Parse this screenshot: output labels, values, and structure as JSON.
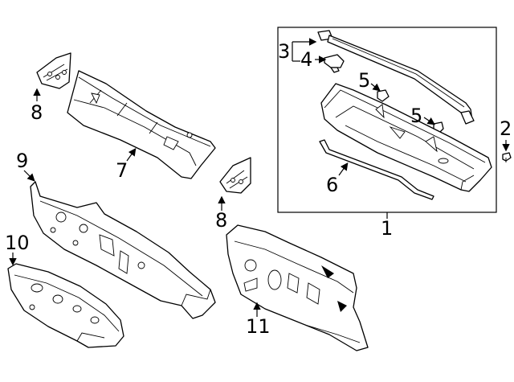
{
  "callouts": {
    "c1": "1",
    "c2": "2",
    "c3": "3",
    "c4": "4",
    "c5a": "5",
    "c5b": "5",
    "c6": "6",
    "c7": "7",
    "c8a": "8",
    "c8b": "8",
    "c9": "9",
    "c10": "10",
    "c11": "11"
  }
}
